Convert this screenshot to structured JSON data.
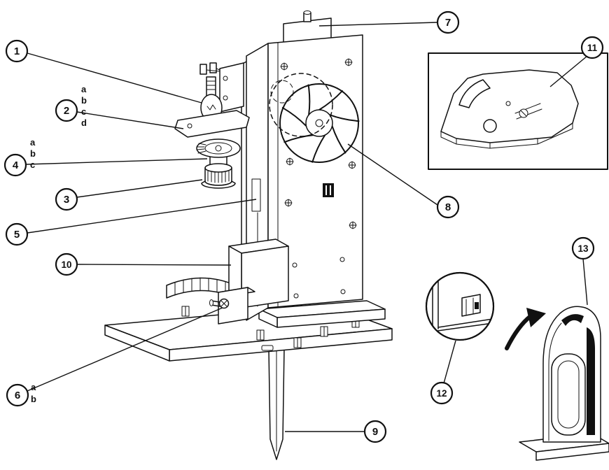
{
  "colors": {
    "ink": "#111111",
    "paper": "#ffffff"
  },
  "diagram": {
    "callouts": [
      {
        "number": "1"
      },
      {
        "number": "2"
      },
      {
        "number": "3"
      },
      {
        "number": "4"
      },
      {
        "number": "5"
      },
      {
        "number": "6"
      },
      {
        "number": "7"
      },
      {
        "number": "8"
      },
      {
        "number": "9"
      },
      {
        "number": "10"
      },
      {
        "number": "11"
      },
      {
        "number": "12"
      },
      {
        "number": "13"
      }
    ],
    "sub_labels": {
      "callout_2": [
        "a",
        "b",
        "c",
        "d"
      ],
      "callout_4": [
        "a",
        "b",
        "c"
      ],
      "callout_6": [
        "a",
        "b"
      ]
    }
  }
}
